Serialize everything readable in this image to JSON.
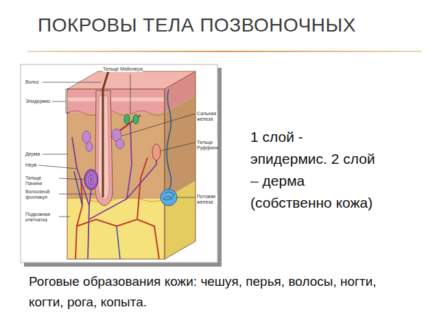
{
  "diagram": {
    "title": "ПОКРОВЫ ТЕЛА ПОЗВОНОЧНЫХ",
    "labels": [
      "Тельце Мейснера",
      "Волос",
      "Эпидермис",
      "Сальная железа",
      "Тельце Руффини",
      "Дерма",
      "Нерв",
      "Тельце Пачини",
      "Волосяной фолликул",
      "Потовая железа",
      "Подкожная клетчатка",
      "1 слой - эпидермис. 2 слой – дерма (собственно кожа)",
      "Роговые образования кожи: чешуя, перья, волосы, ногти, когти, рога, копыта."
    ]
  }
}
